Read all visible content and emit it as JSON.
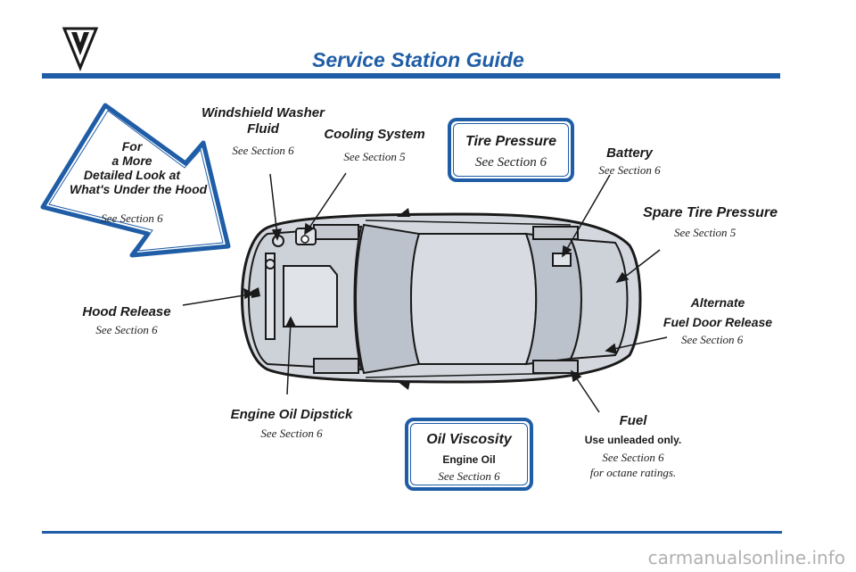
{
  "header": {
    "title": "Service Station Guide"
  },
  "arrow_callout": {
    "line1": "For",
    "line2": "a More",
    "line3": "Detailed Look at",
    "line4": "What's Under the Hood",
    "ref": "See Section 6"
  },
  "callouts": {
    "washer": {
      "title1": "Windshield Washer",
      "title2": "Fluid",
      "ref": "See Section 6"
    },
    "cooling": {
      "title": "Cooling System",
      "ref": "See Section 5"
    },
    "tire_pressure": {
      "title": "Tire Pressure",
      "ref": "See Section 6"
    },
    "battery": {
      "title": "Battery",
      "ref": "See Section 6"
    },
    "spare_tire": {
      "title": "Spare Tire Pressure",
      "ref": "See Section 5"
    },
    "alt_fuel_door": {
      "title1": "Alternate",
      "title2": "Fuel Door Release",
      "ref": "See Section 6"
    },
    "hood_release": {
      "title": "Hood Release",
      "ref": "See Section 6"
    },
    "dipstick": {
      "title": "Engine Oil Dipstick",
      "ref": "See Section 6"
    },
    "oil_viscosity": {
      "title": "Oil Viscosity",
      "sub": "Engine Oil",
      "ref": "See Section 6"
    },
    "fuel": {
      "title": "Fuel",
      "sub": "Use unleaded only.",
      "ref": "See Section 6",
      "note": "for octane ratings."
    }
  },
  "watermark": "carmanualsonline.info",
  "colors": {
    "accent": "#1f5da6",
    "car_body": "#d4d8de",
    "car_glass": "#bcc2cb"
  }
}
